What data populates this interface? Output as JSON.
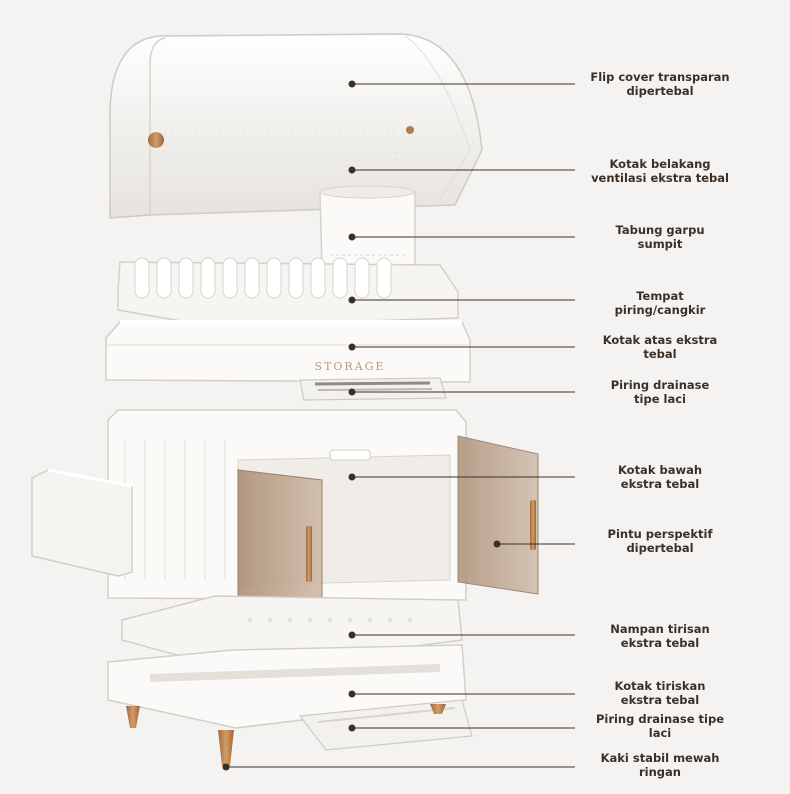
{
  "brand_text": "STORAGE",
  "callouts": [
    {
      "id": "flip-cover",
      "text": "Flip cover transparan\ndipertebal"
    },
    {
      "id": "back-box",
      "text": "Kotak belakang\nventilasi ekstra tebal"
    },
    {
      "id": "chopstick-tube",
      "text": "Tabung garpu\nsumpit"
    },
    {
      "id": "plate-holder",
      "text": "Tempat\npiring/cangkir"
    },
    {
      "id": "upper-box",
      "text": "Kotak atas ekstra\ntebal"
    },
    {
      "id": "upper-drawer-tray",
      "text": "Piring drainase\ntipe laci"
    },
    {
      "id": "lower-box",
      "text": "Kotak bawah\nekstra tebal"
    },
    {
      "id": "doors",
      "text": "Pintu perspektif\ndipertebal"
    },
    {
      "id": "drain-tray",
      "text": "Nampan tirisan\nekstra tebal"
    },
    {
      "id": "drain-box",
      "text": "Kotak tiriskan\nekstra tebal"
    },
    {
      "id": "lower-drawer-tray",
      "text": "Piring drainase tipe\nlaci"
    },
    {
      "id": "legs",
      "text": "Kaki stabil mewah\nringan"
    }
  ],
  "colors": {
    "background": "#f4f3f1",
    "plastic": "#fbfaf8",
    "plastic_shadow": "#dedbd6",
    "amber_glass": "#b49a82",
    "wood": "#c08a5c",
    "line": "#3a3028"
  }
}
